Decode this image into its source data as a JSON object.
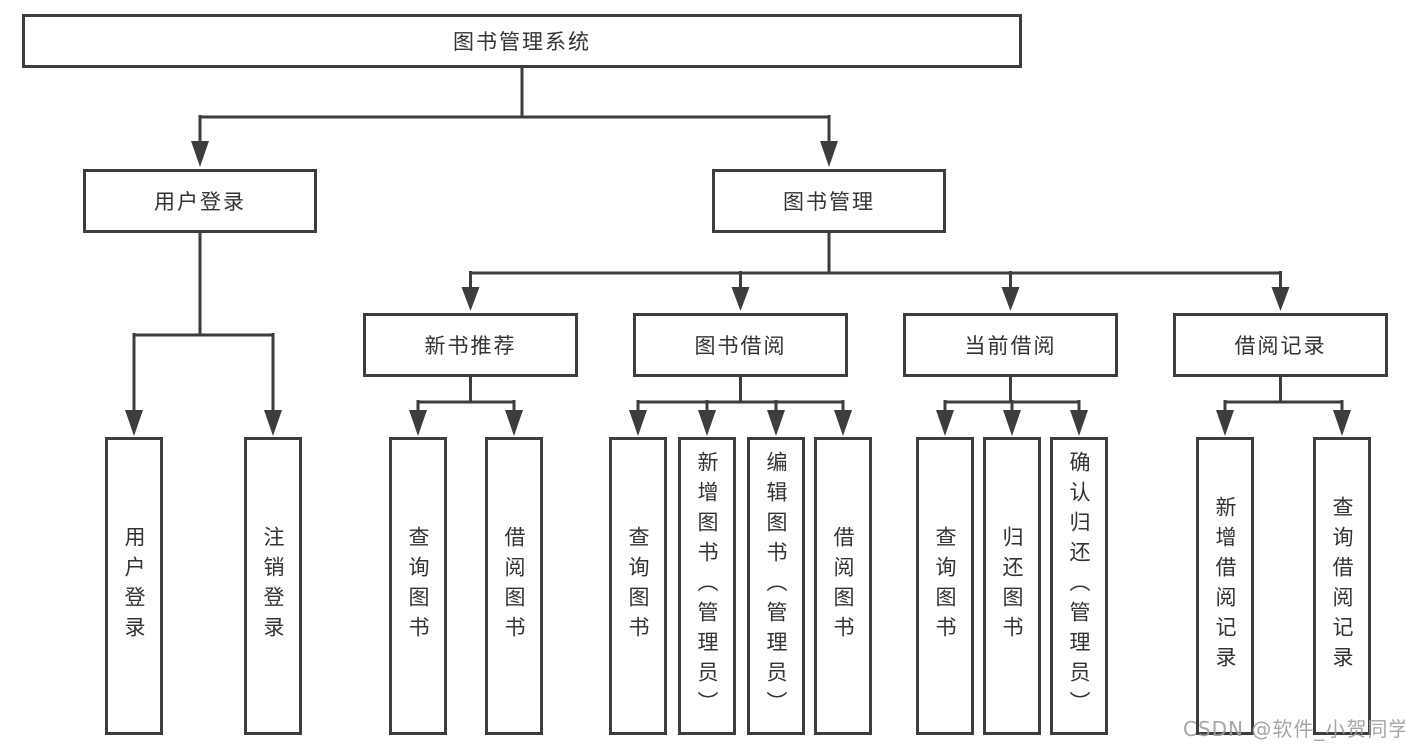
{
  "tree": {
    "root": "图书管理系统",
    "children": [
      {
        "label": "用户登录",
        "children": [
          "用户登录",
          "注销登录"
        ]
      },
      {
        "label": "图书管理",
        "children": [
          {
            "label": "新书推荐",
            "children": [
              "查询图书",
              "借阅图书"
            ]
          },
          {
            "label": "图书借阅",
            "children": [
              "查询图书",
              "新增图书（管理员）",
              "编辑图书（管理员）",
              "借阅图书"
            ]
          },
          {
            "label": "当前借阅",
            "children": [
              "查询图书",
              "归还图书",
              "确认归还（管理员）"
            ]
          },
          {
            "label": "借阅记录",
            "children": [
              "新增借阅记录",
              "查询借阅记录"
            ]
          }
        ]
      }
    ]
  },
  "watermark": {
    "text": "CSDN @软件_小贺同学"
  },
  "colors": {
    "line": "#3d3d3d",
    "text": "#333333",
    "background": "#ffffff",
    "watermark": "#9e9e9e"
  }
}
